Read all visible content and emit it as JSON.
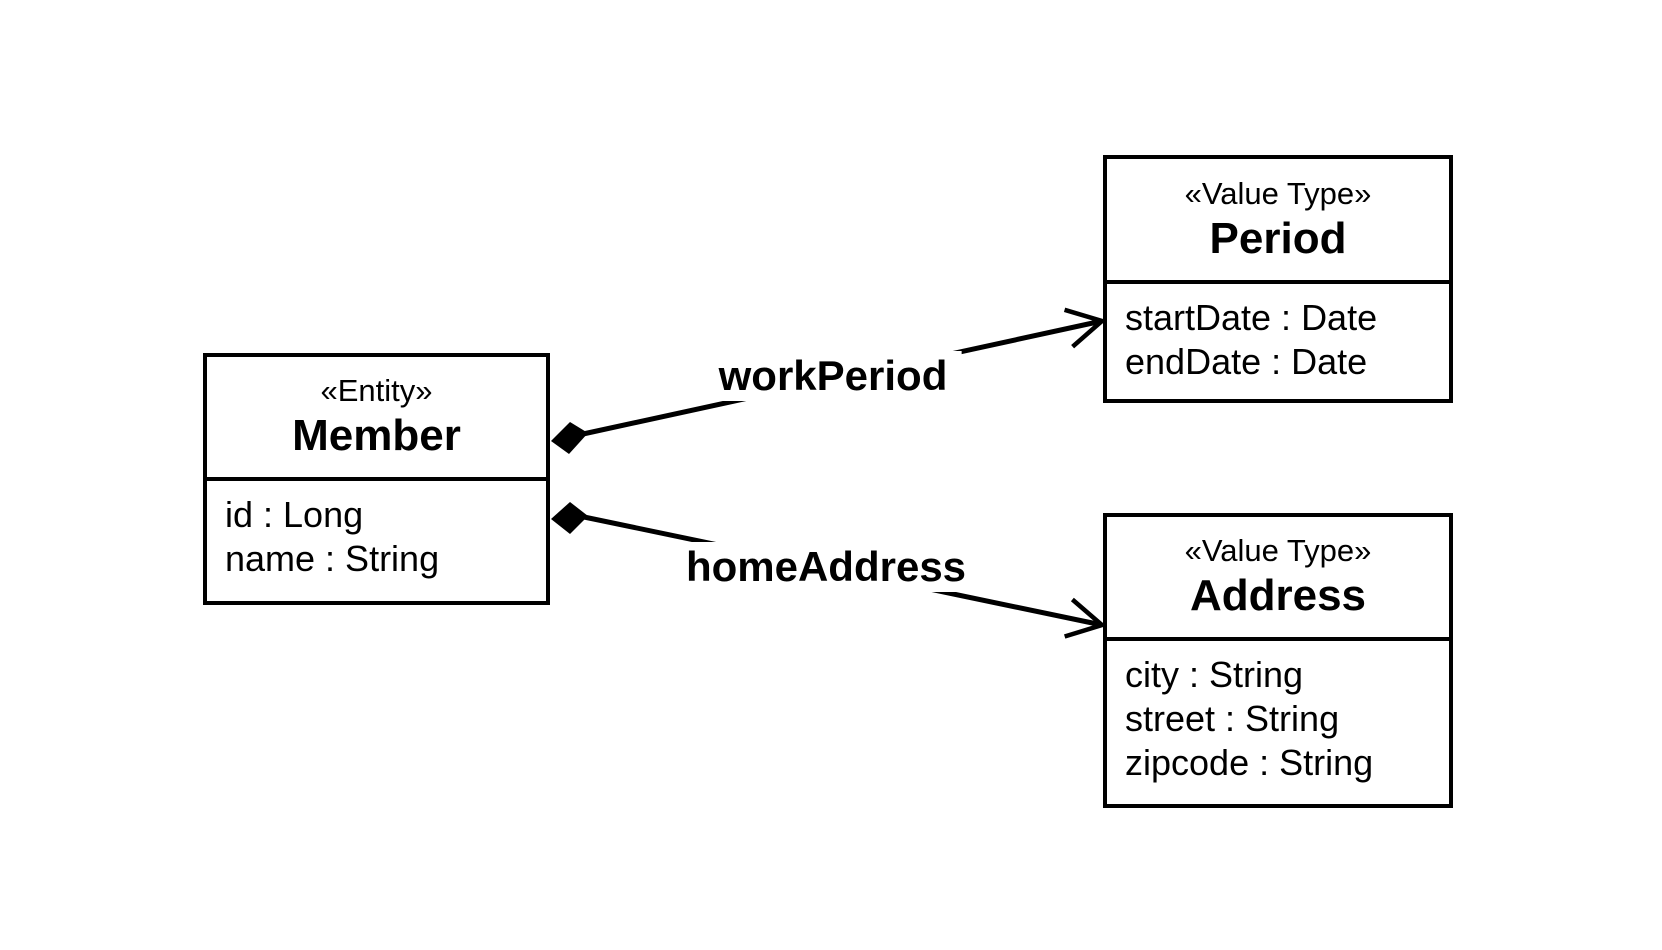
{
  "classes": [
    {
      "id": "member",
      "stereotype": "«Entity»",
      "name": "Member",
      "attributes": [
        "id : Long",
        "name : String"
      ]
    },
    {
      "id": "period",
      "stereotype": "«Value Type»",
      "name": "Period",
      "attributes": [
        "startDate : Date",
        "endDate : Date"
      ]
    },
    {
      "id": "address",
      "stereotype": "«Value Type»",
      "name": "Address",
      "attributes": [
        "city : String",
        "street : String",
        "zipcode : String"
      ]
    }
  ],
  "relationships": [
    {
      "label": "workPeriod",
      "source": "Member",
      "target": "Period",
      "kind": "composition",
      "arrow": "open-arrowhead"
    },
    {
      "label": "homeAddress",
      "source": "Member",
      "target": "Address",
      "kind": "composition",
      "arrow": "open-arrowhead"
    }
  ],
  "colors": {
    "background": "#ffffff",
    "stroke": "#000000",
    "text": "#000000"
  }
}
